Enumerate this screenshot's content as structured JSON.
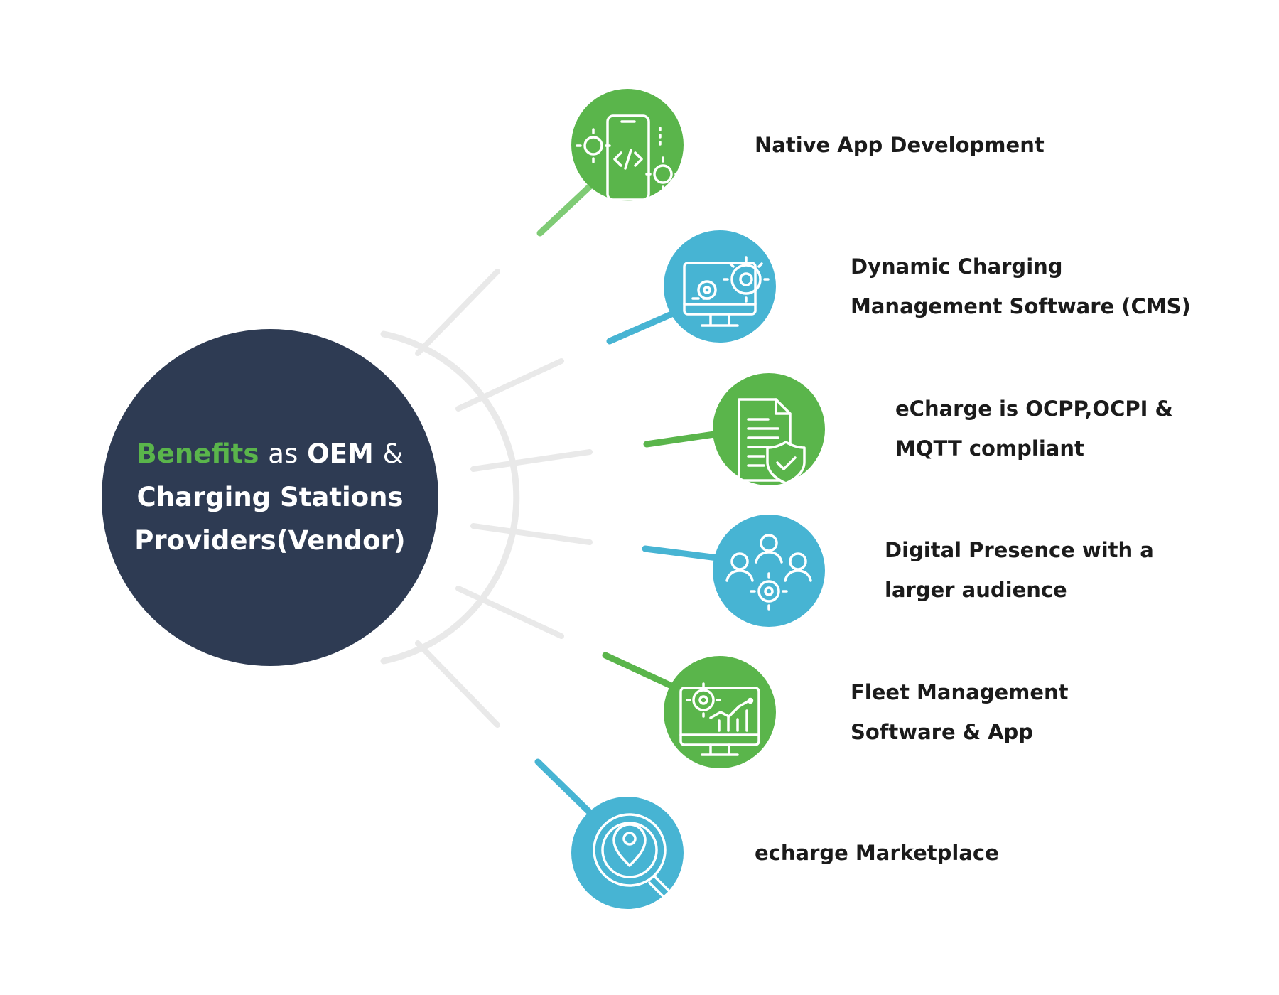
{
  "center": {
    "highlight": "Benefits",
    "as": "as",
    "oem": "OEM",
    "amp": "&",
    "line2": "Charging Stations",
    "line3": "Providers(Vendor)"
  },
  "items": [
    {
      "lines": [
        "Native App Development"
      ],
      "color": "#5ab54b",
      "icon": "mobile-code-icon"
    },
    {
      "lines": [
        "Dynamic Charging",
        "Management Software (CMS)"
      ],
      "color": "#47b4d3",
      "icon": "monitor-gears-icon"
    },
    {
      "lines": [
        "eCharge is OCPP,OCPI &",
        "MQTT compliant"
      ],
      "color": "#5ab54b",
      "icon": "document-shield-icon"
    },
    {
      "lines": [
        "Digital Presence with a",
        "larger audience"
      ],
      "color": "#47b4d3",
      "icon": "audience-target-icon"
    },
    {
      "lines": [
        "Fleet Management",
        "Software & App"
      ],
      "color": "#5ab54b",
      "icon": "analytics-dashboard-icon"
    },
    {
      "lines": [
        "echarge Marketplace"
      ],
      "color": "#47b4d3",
      "icon": "location-search-icon"
    }
  ],
  "colors": {
    "navy": "#2e3b53",
    "green": "#5ab54b",
    "blue": "#47b4d3",
    "spoke": "#e9e9e9"
  }
}
